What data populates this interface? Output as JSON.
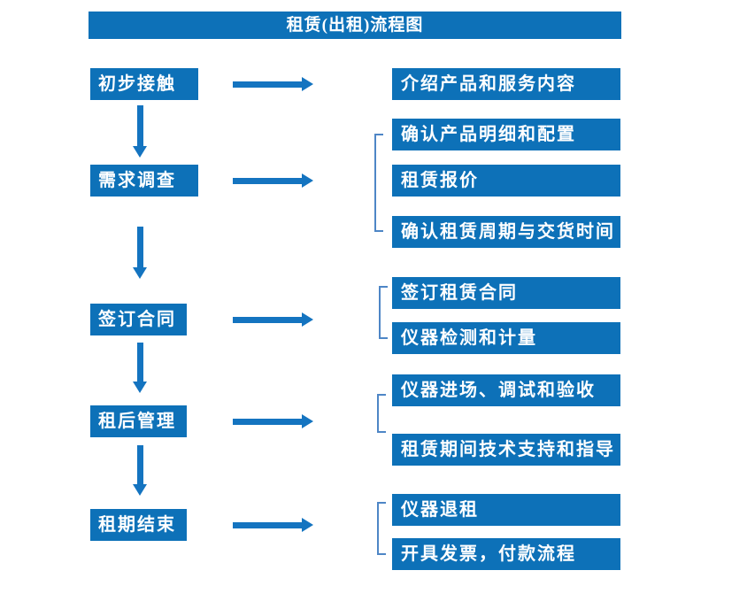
{
  "title": "租赁(出租)流程图",
  "colors": {
    "box_blue": "#0d71b8",
    "arrow_blue": "#1474c0",
    "bracket_blue": "#4e86c6",
    "text": "#ffffff",
    "background": "#ffffff"
  },
  "stages": [
    {
      "label": "初步接触"
    },
    {
      "label": "需求调查"
    },
    {
      "label": "签订合同"
    },
    {
      "label": "租后管理"
    },
    {
      "label": "租期结束"
    }
  ],
  "details": [
    {
      "label": "介绍产品和服务内容"
    },
    {
      "label": "确认产品明细和配置"
    },
    {
      "label": "租赁报价"
    },
    {
      "label": "确认租赁周期与交货时间"
    },
    {
      "label": "签订租赁合同"
    },
    {
      "label": "仪器检测和计量"
    },
    {
      "label": "仪器进场、调试和验收"
    },
    {
      "label": "租赁期间技术支持和指导"
    },
    {
      "label": "仪器退租"
    },
    {
      "label": "开具发票，付款流程"
    }
  ]
}
